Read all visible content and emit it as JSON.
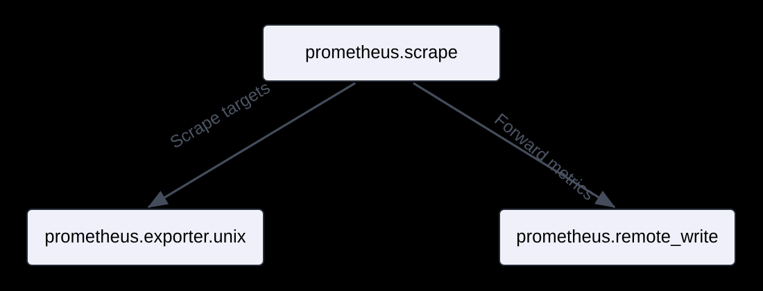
{
  "diagram": {
    "type": "flowchart",
    "background_color": "#000000",
    "node_fill_color": "#f0f0fa",
    "node_border_color": "#252b36",
    "node_text_color": "#000000",
    "edge_color": "#454d5c",
    "edge_label_color": "#4c5463",
    "nodes": [
      {
        "id": "scrape",
        "label": "prometheus.scrape"
      },
      {
        "id": "exporter_unix",
        "label": "prometheus.exporter.unix"
      },
      {
        "id": "remote_write",
        "label": "prometheus.remote_write"
      }
    ],
    "edges": [
      {
        "from": "scrape",
        "to": "exporter_unix",
        "label": "Scrape targets"
      },
      {
        "from": "scrape",
        "to": "remote_write",
        "label": "Forward metrics"
      }
    ]
  }
}
